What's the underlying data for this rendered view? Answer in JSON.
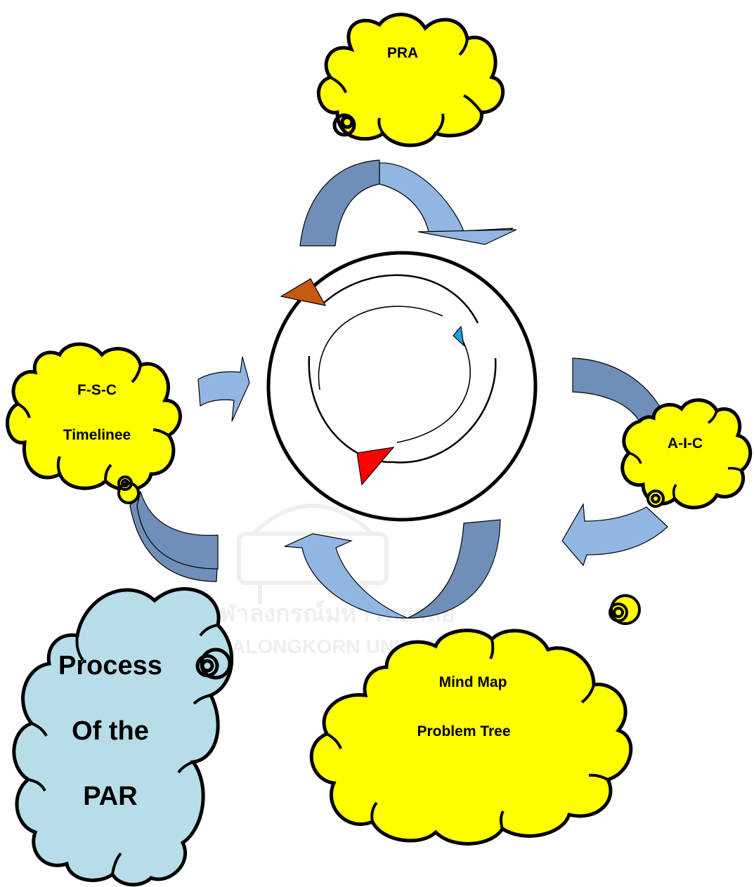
{
  "clouds": {
    "pra": {
      "label": "PRA"
    },
    "fsc": {
      "line1": "F-S-C",
      "line2": "Timelinee"
    },
    "aic": {
      "label": "A-I-C"
    },
    "mindmap": {
      "line1": "Mind Map",
      "line2": "Problem Tree"
    },
    "process": {
      "line1": "Process",
      "line2": "Of the",
      "line3": "PAR"
    }
  },
  "watermark": {
    "line1": "จุฬาลงกรณ์มหาวิทยาลัย",
    "line2": "CHULALONGKORN UNIVERSITY"
  },
  "colors": {
    "cloud_yellow": "#ffff00",
    "cloud_blue": "#b7dde8",
    "arrow_dark": "#6f8fb8",
    "arrow_light": "#92b6e2",
    "pointer_red": "#ff0000",
    "pointer_orange": "#c55a11",
    "pointer_blue": "#1ba1e2"
  }
}
